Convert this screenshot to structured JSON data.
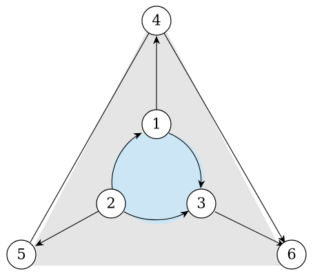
{
  "diagram": {
    "colors": {
      "outer_region": "#e5e5e5",
      "inner_region": "#cce6f5",
      "node_fill": "#ffffff",
      "stroke": "#000000"
    },
    "nodes": [
      {
        "id": "n1",
        "label": "1"
      },
      {
        "id": "n2",
        "label": "2"
      },
      {
        "id": "n3",
        "label": "3"
      },
      {
        "id": "n4",
        "label": "4"
      },
      {
        "id": "n5",
        "label": "5"
      },
      {
        "id": "n6",
        "label": "6"
      }
    ],
    "edges": [
      {
        "from": "1",
        "to": "4"
      },
      {
        "from": "2",
        "to": "1"
      },
      {
        "from": "2",
        "to": "3"
      },
      {
        "from": "1",
        "to": "3"
      },
      {
        "from": "2",
        "to": "5"
      },
      {
        "from": "4",
        "to": "5"
      },
      {
        "from": "4",
        "to": "6"
      },
      {
        "from": "3",
        "to": "6"
      }
    ]
  }
}
